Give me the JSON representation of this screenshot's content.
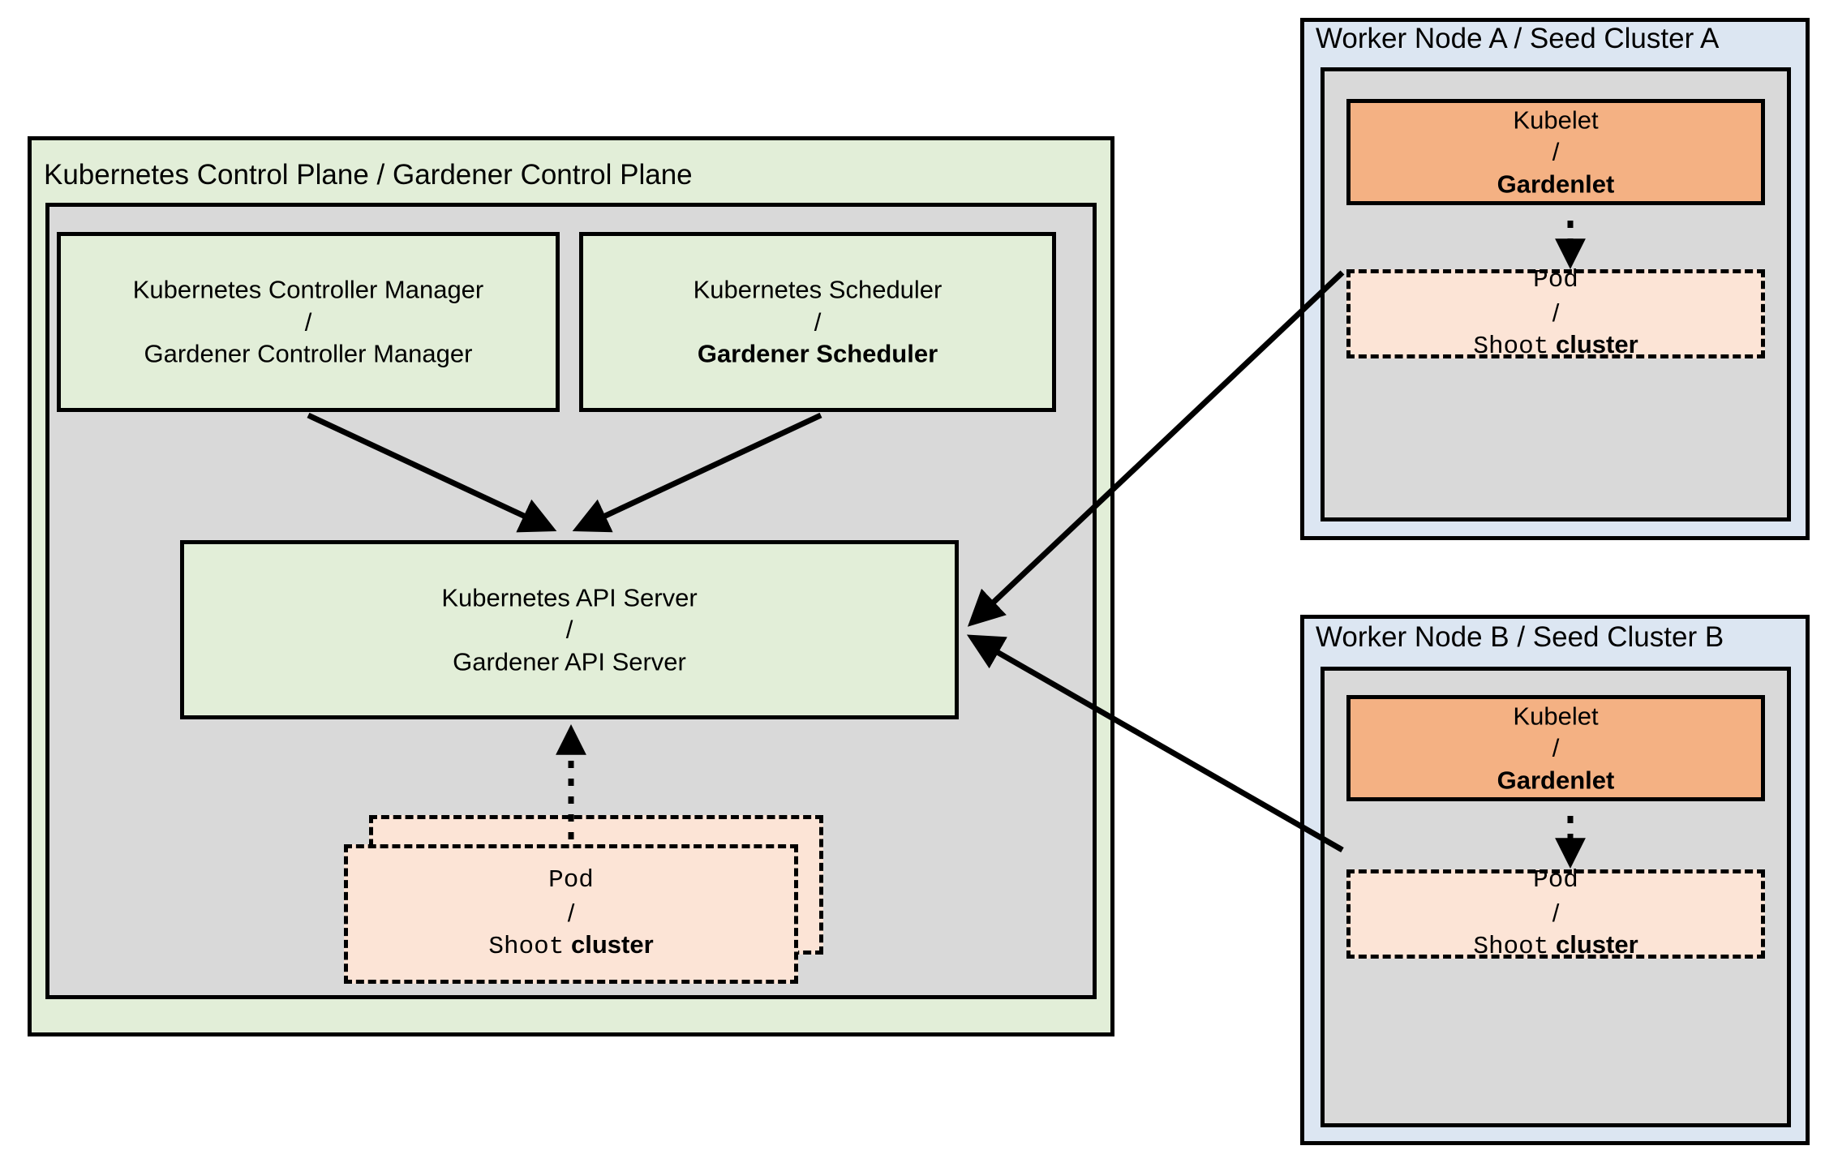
{
  "diagram": {
    "title": "Gardener architecture: Kubernetes Control Plane and Seed Clusters",
    "colors": {
      "green_fill": "#e2eed8",
      "gray_fill": "#d9d9d9",
      "blue_fill": "#dce6f2",
      "orange_fill": "#f4b183",
      "peach_fill": "#fce4d6",
      "stroke": "#000000"
    }
  },
  "control_plane": {
    "header": "Kubernetes Control Plane / Gardener Control Plane",
    "controller_manager": {
      "line1": "Kubernetes Controller Manager",
      "separator": "/",
      "line2": "Gardener Controller Manager"
    },
    "scheduler": {
      "line1": "Kubernetes Scheduler",
      "separator": "/",
      "line2": "Gardener Scheduler"
    },
    "api_server": {
      "line1": "Kubernetes API Server",
      "separator": "/",
      "line2": "Gardener API Server"
    },
    "pod": {
      "line1": "Pod",
      "separator": "/",
      "line2_mono": "Shoot",
      "line2_bold": "cluster"
    }
  },
  "worker_node_a": {
    "header": "Worker Node A / Seed Cluster A",
    "kubelet": {
      "line1": "Kubelet",
      "separator": "/",
      "line2": "Gardenlet"
    },
    "pod": {
      "line1": "Pod",
      "separator": "/",
      "line2_mono": "Shoot",
      "line2_bold": "cluster"
    }
  },
  "worker_node_b": {
    "header": "Worker Node B / Seed Cluster B",
    "kubelet": {
      "line1": "Kubelet",
      "separator": "/",
      "line2": "Gardenlet"
    },
    "pod": {
      "line1": "Pod",
      "separator": "/",
      "line2_mono": "Shoot",
      "line2_bold": "cluster"
    }
  },
  "connections": [
    {
      "name": "controller-manager-to-api-server",
      "style": "solid-arrow"
    },
    {
      "name": "scheduler-to-api-server",
      "style": "solid-arrow"
    },
    {
      "name": "control-plane-pod-to-api-server",
      "style": "dotted-arrow"
    },
    {
      "name": "seed-a-gardenlet-to-api-server",
      "style": "solid-arrow"
    },
    {
      "name": "seed-b-gardenlet-to-api-server",
      "style": "solid-arrow"
    },
    {
      "name": "seed-a-gardenlet-to-pod",
      "style": "dotted-arrow"
    },
    {
      "name": "seed-b-gardenlet-to-pod",
      "style": "dotted-arrow"
    }
  ]
}
